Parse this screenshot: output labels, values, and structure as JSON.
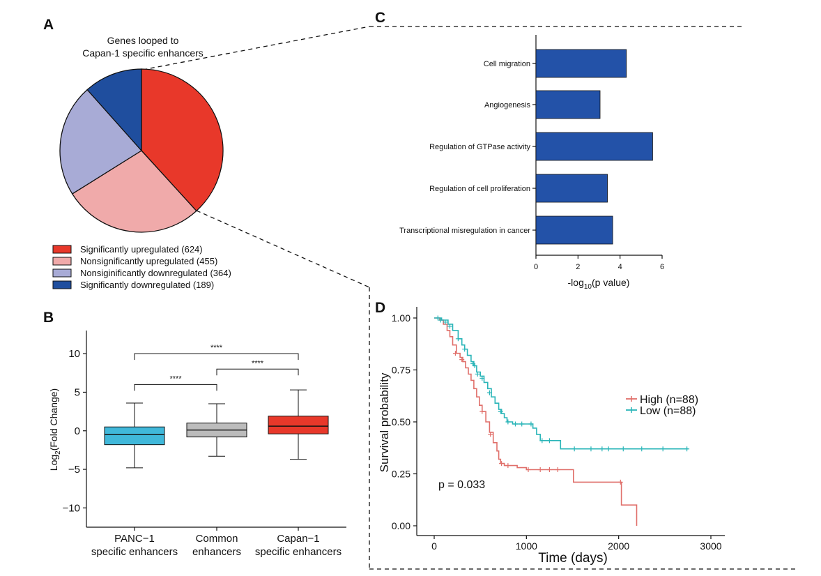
{
  "panels": {
    "a": "A",
    "b": "B",
    "c": "C",
    "d": "D"
  },
  "chart_data": [
    {
      "id": "A",
      "type": "pie",
      "title_lines": [
        "Genes looped to",
        "Capan-1 specific enhancers"
      ],
      "slices": [
        {
          "label": "Significantly upregulated (624)",
          "value": 624,
          "color": "#e8382a"
        },
        {
          "label": "Nonsignificantly upregulated (455)",
          "value": 455,
          "color": "#f0aaaa"
        },
        {
          "label": "Nonsiginificantly downregulated (364)",
          "value": 364,
          "color": "#a8abd6"
        },
        {
          "label": "Significantly downregulated (189)",
          "value": 189,
          "color": "#1f4e9e"
        }
      ],
      "legend_position": "bottom"
    },
    {
      "id": "B",
      "type": "box",
      "ylabel_main": "Log",
      "ylabel_sub": "2",
      "ylabel_rest": "(Fold Change)",
      "ylim": [
        -12.5,
        13
      ],
      "yticks": [
        10,
        5,
        0,
        -5,
        -10
      ],
      "ytick_labels": [
        "10",
        "5",
        "0",
        "−5",
        "−10"
      ],
      "categories": [
        {
          "lines": [
            "PANC−1",
            "specific enhancers"
          ]
        },
        {
          "lines": [
            "Common",
            "enhancers"
          ]
        },
        {
          "lines": [
            "Capan−1",
            "specific enhancers"
          ]
        }
      ],
      "boxes": [
        {
          "whisker_low": -4.8,
          "q1": -1.8,
          "median": -0.5,
          "q3": 0.5,
          "whisker_high": 3.6,
          "color": "#40b8da"
        },
        {
          "whisker_low": -3.3,
          "q1": -0.8,
          "median": 0.1,
          "q3": 1.0,
          "whisker_high": 3.5,
          "color": "#bcbcbc"
        },
        {
          "whisker_low": -3.7,
          "q1": -0.4,
          "median": 0.6,
          "q3": 1.9,
          "whisker_high": 5.3,
          "color": "#e8382a"
        }
      ],
      "significance": [
        {
          "from": 0,
          "to": 2,
          "y": 10.0,
          "label": "****"
        },
        {
          "from": 1,
          "to": 2,
          "y": 8.0,
          "label": "****"
        },
        {
          "from": 0,
          "to": 1,
          "y": 6.0,
          "label": "****"
        }
      ]
    },
    {
      "id": "C",
      "type": "bar",
      "orientation": "horizontal",
      "categories": [
        "Cell migration",
        "Angiogenesis",
        "Regulation of GTPase activity",
        "Regulation of cell proliferation",
        "Transcriptional misregulation in cancer"
      ],
      "values": [
        4.3,
        3.05,
        5.55,
        3.4,
        3.65
      ],
      "color": "#2352a8",
      "xlim": [
        0,
        6
      ],
      "xticks": [
        0,
        2,
        4,
        6
      ],
      "xlabel_pre": "-log",
      "xlabel_sub": "10",
      "xlabel_post": "(p value)"
    },
    {
      "id": "D",
      "type": "line",
      "subtype": "kaplan-meier",
      "xlabel": "Time (days)",
      "ylabel": "Survival probability",
      "xlim": [
        0,
        3100
      ],
      "ylim": [
        0,
        1.0
      ],
      "xticks": [
        0,
        1000,
        2000,
        3000
      ],
      "yticks": [
        0.0,
        0.25,
        0.5,
        0.75,
        1.0
      ],
      "ytick_labels": [
        "0.00",
        "0.25",
        "0.50",
        "0.75",
        "1.00"
      ],
      "pvalue": "p = 0.033",
      "legend_position": "right",
      "series": [
        {
          "name": "High (n=88)",
          "color": "#e06f6a",
          "points": [
            [
              0,
              1.0
            ],
            [
              60,
              0.99
            ],
            [
              100,
              0.97
            ],
            [
              140,
              0.94
            ],
            [
              170,
              0.91
            ],
            [
              200,
              0.87
            ],
            [
              240,
              0.83
            ],
            [
              280,
              0.81
            ],
            [
              310,
              0.79
            ],
            [
              340,
              0.76
            ],
            [
              370,
              0.73
            ],
            [
              400,
              0.7
            ],
            [
              430,
              0.66
            ],
            [
              460,
              0.62
            ],
            [
              490,
              0.58
            ],
            [
              520,
              0.55
            ],
            [
              560,
              0.5
            ],
            [
              600,
              0.45
            ],
            [
              640,
              0.4
            ],
            [
              680,
              0.36
            ],
            [
              700,
              0.32
            ],
            [
              720,
              0.3
            ],
            [
              760,
              0.29
            ],
            [
              900,
              0.28
            ],
            [
              1000,
              0.27
            ],
            [
              1200,
              0.27
            ],
            [
              1500,
              0.27
            ],
            [
              1510,
              0.21
            ],
            [
              2020,
              0.21
            ],
            [
              2030,
              0.1
            ],
            [
              2190,
              0.1
            ],
            [
              2195,
              0.0
            ]
          ],
          "censors": [
            [
              230,
              0.83
            ],
            [
              300,
              0.8
            ],
            [
              520,
              0.55
            ],
            [
              610,
              0.44
            ],
            [
              730,
              0.3
            ],
            [
              800,
              0.29
            ],
            [
              1020,
              0.27
            ],
            [
              1150,
              0.27
            ],
            [
              1250,
              0.27
            ],
            [
              1340,
              0.27
            ],
            [
              2020,
              0.21
            ]
          ]
        },
        {
          "name": "Low (n=88)",
          "color": "#2ab5b8",
          "points": [
            [
              0,
              1.0
            ],
            [
              80,
              0.99
            ],
            [
              150,
              0.97
            ],
            [
              200,
              0.94
            ],
            [
              260,
              0.9
            ],
            [
              300,
              0.87
            ],
            [
              330,
              0.85
            ],
            [
              360,
              0.82
            ],
            [
              400,
              0.79
            ],
            [
              430,
              0.77
            ],
            [
              460,
              0.74
            ],
            [
              500,
              0.72
            ],
            [
              540,
              0.69
            ],
            [
              580,
              0.66
            ],
            [
              620,
              0.62
            ],
            [
              660,
              0.59
            ],
            [
              700,
              0.56
            ],
            [
              730,
              0.54
            ],
            [
              760,
              0.52
            ],
            [
              790,
              0.5
            ],
            [
              850,
              0.49
            ],
            [
              1060,
              0.49
            ],
            [
              1070,
              0.47
            ],
            [
              1110,
              0.44
            ],
            [
              1150,
              0.41
            ],
            [
              1300,
              0.41
            ],
            [
              1370,
              0.37
            ],
            [
              2100,
              0.37
            ],
            [
              2750,
              0.37
            ]
          ],
          "censors": [
            [
              40,
              1.0
            ],
            [
              70,
              0.99
            ],
            [
              120,
              0.98
            ],
            [
              170,
              0.96
            ],
            [
              260,
              0.9
            ],
            [
              330,
              0.85
            ],
            [
              420,
              0.78
            ],
            [
              440,
              0.77
            ],
            [
              470,
              0.73
            ],
            [
              520,
              0.71
            ],
            [
              600,
              0.64
            ],
            [
              720,
              0.55
            ],
            [
              800,
              0.5
            ],
            [
              880,
              0.49
            ],
            [
              950,
              0.49
            ],
            [
              1050,
              0.49
            ],
            [
              1170,
              0.41
            ],
            [
              1250,
              0.41
            ],
            [
              1520,
              0.37
            ],
            [
              1700,
              0.37
            ],
            [
              1820,
              0.37
            ],
            [
              1890,
              0.37
            ],
            [
              2050,
              0.37
            ],
            [
              2250,
              0.37
            ],
            [
              2480,
              0.37
            ],
            [
              2740,
              0.37
            ]
          ]
        }
      ]
    }
  ]
}
